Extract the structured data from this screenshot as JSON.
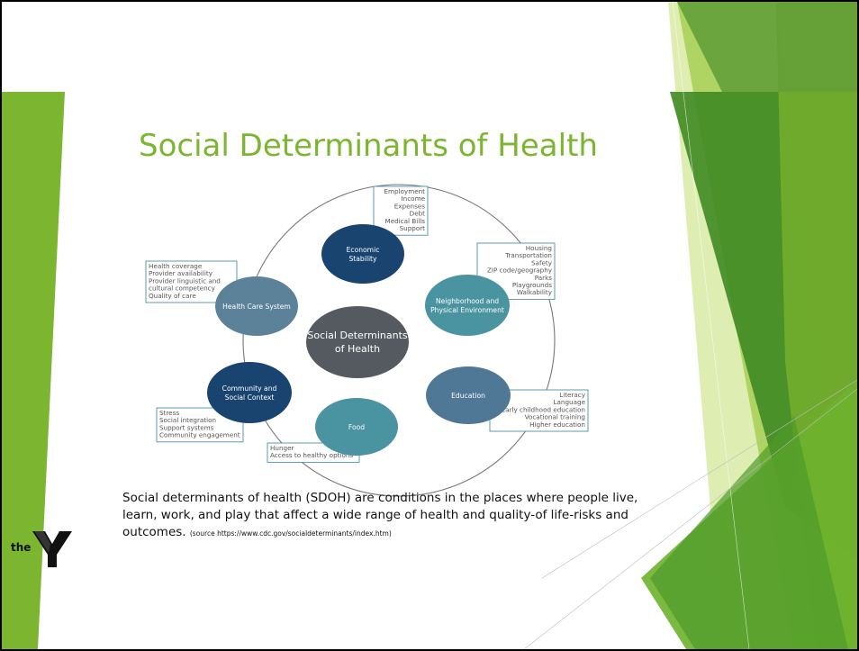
{
  "slide": {
    "title": "Social Determinants of Health",
    "caption": "Social determinants of health (SDOH) are conditions in the places where people live, learn, work, and play that affect a wide range of health and quality-of life-risks and outcomes.",
    "source": "(source https://www.cdc.gov/socialdeterminants/index.htm)",
    "logo_text": "the"
  },
  "diagram": {
    "center": [
      "Social Determinants",
      "of Health"
    ],
    "nodes": [
      {
        "id": "economic",
        "label": [
          "Economic",
          "Stability"
        ],
        "color": "#1a4470",
        "items": [
          "Employment",
          "Income",
          "Expenses",
          "Debt",
          "Medical Bills",
          "Support"
        ]
      },
      {
        "id": "neighborhood",
        "label": [
          "Neighborhood and",
          "Physical Environment"
        ],
        "color": "#4a93a0",
        "items": [
          "Housing",
          "Transportation",
          "Safety",
          "ZIP code/geography",
          "Parks",
          "Playgrounds",
          "Walkability"
        ]
      },
      {
        "id": "education",
        "label": [
          "Education"
        ],
        "color": "#4f7896",
        "items": [
          "Literacy",
          "Language",
          "Early childhood education",
          "Vocational training",
          "Higher education"
        ]
      },
      {
        "id": "food",
        "label": [
          "Food"
        ],
        "color": "#4a93a0",
        "items": [
          "Hunger",
          "Access to healthy options"
        ]
      },
      {
        "id": "community",
        "label": [
          "Community and",
          "Social Context"
        ],
        "color": "#1a4470",
        "items": [
          "Stress",
          "Social integration",
          "Support systems",
          "Community engagement"
        ]
      },
      {
        "id": "healthcare",
        "label": [
          "Health Care System"
        ],
        "color": "#5b8299",
        "items": [
          "Health coverage",
          "Provider availability",
          "Provider linguistic and",
          "cultural competency",
          "Quality of care"
        ]
      }
    ],
    "colors": {
      "center": "#555a60",
      "box_border": "#4a93a0",
      "ring": "#777777",
      "item_text": "#555555"
    }
  },
  "theme": {
    "accent": "#7cb630",
    "dark_green": "#3f8a22",
    "light_green": "#cfe59a"
  }
}
